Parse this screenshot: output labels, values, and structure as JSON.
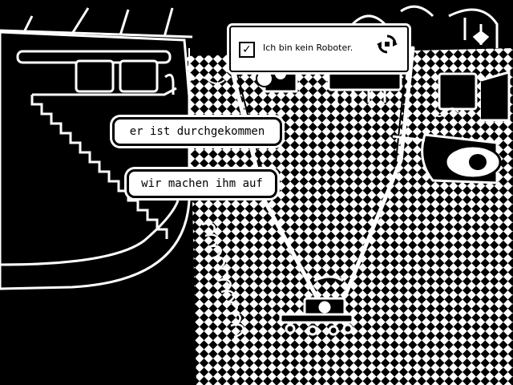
{
  "dialogue": {
    "line1": "er ist durchgekommen",
    "line2": "wir machen ihm auf"
  },
  "captcha": {
    "checkmark": "✓",
    "label": "Ich bin kein Roboter."
  },
  "icons": {
    "captcha_logo": "recycle-arrows-icon",
    "checkbox": "checkmark-icon"
  },
  "colors": {
    "ink": "#000000",
    "paper": "#ffffff"
  }
}
